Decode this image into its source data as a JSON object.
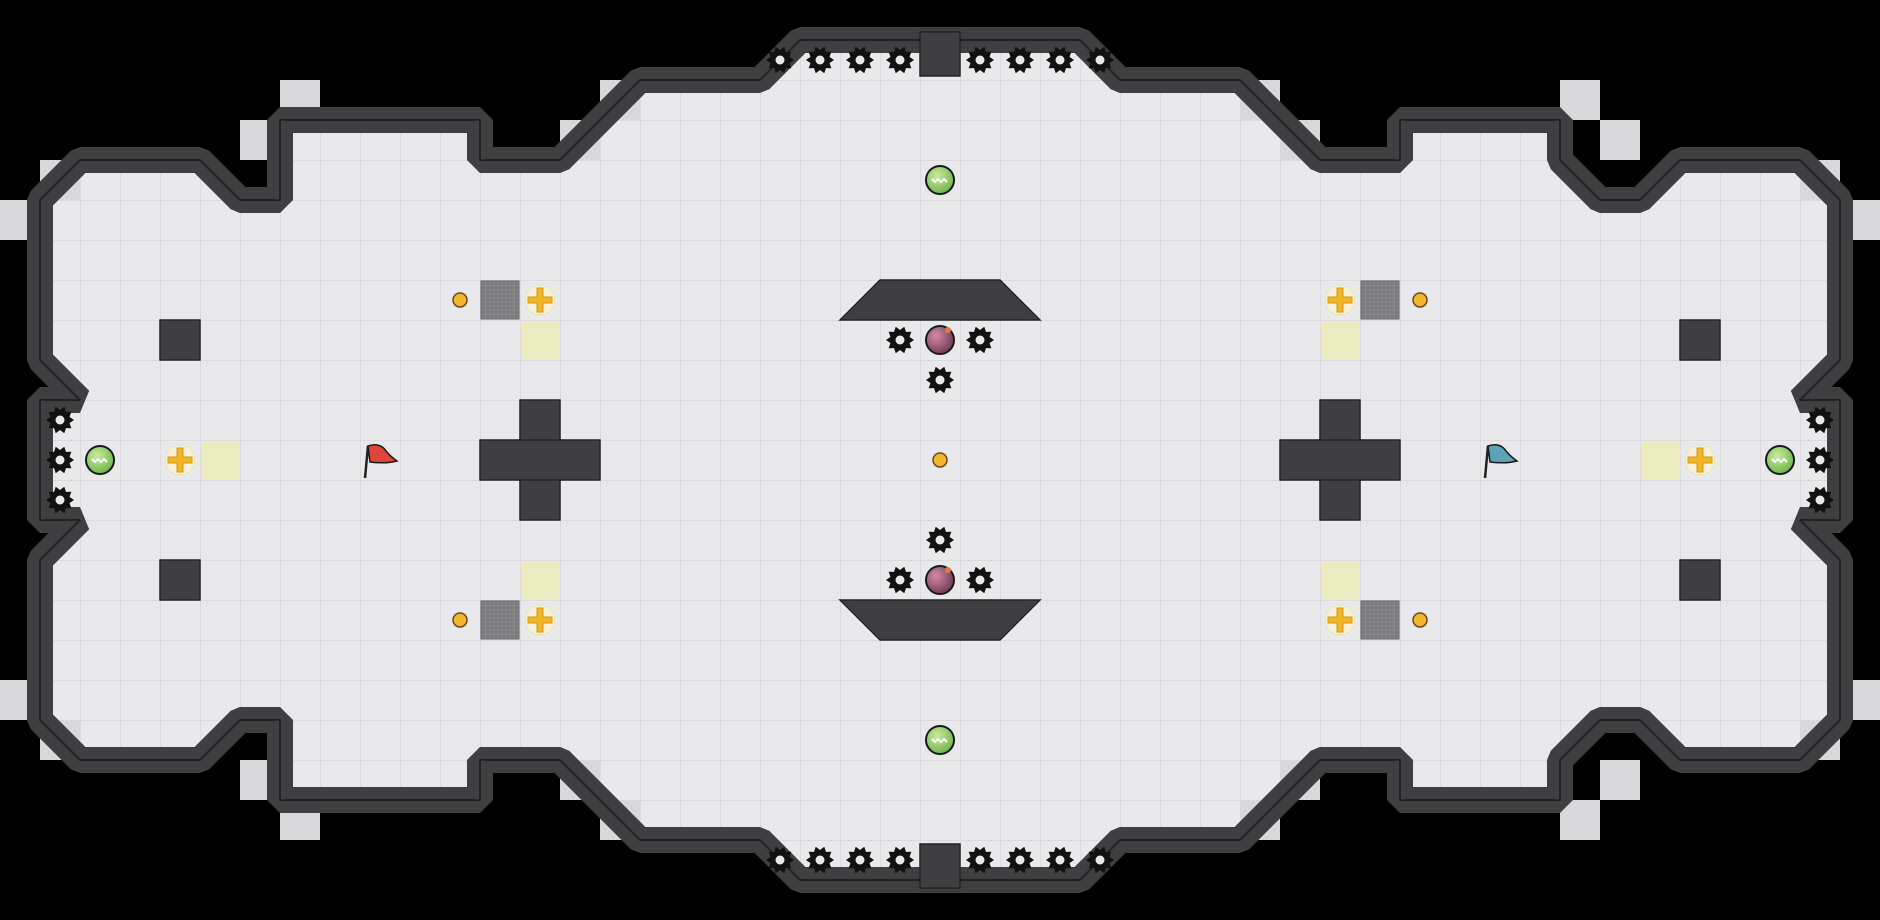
{
  "map": {
    "name": "",
    "cols": 47,
    "rows": 23,
    "tile_size": 40,
    "colors": {
      "background": "#000000",
      "floor": "#e9e9ec",
      "floor_grid": "#d4d4d8",
      "wall": "#3f3f42",
      "wall_edge": "#232326",
      "wall_light": "#d8d8da",
      "speed_pad": "#ecebc2",
      "gate": "#7d7d80"
    },
    "entities": {
      "flags": [
        {
          "team": "red",
          "color": "#e0443a",
          "col": 9,
          "row": 11
        },
        {
          "team": "blue",
          "color": "#5aa3b8",
          "col": 37,
          "row": 11
        }
      ],
      "boosts": [
        {
          "col": 4,
          "row": 11
        },
        {
          "col": 13,
          "row": 7
        },
        {
          "col": 13,
          "row": 15
        },
        {
          "col": 33,
          "row": 7
        },
        {
          "col": 33,
          "row": 15
        },
        {
          "col": 42,
          "row": 11
        }
      ],
      "powerups": [
        {
          "col": 2,
          "row": 11
        },
        {
          "col": 23,
          "row": 4
        },
        {
          "col": 23,
          "row": 18
        },
        {
          "col": 44,
          "row": 11
        }
      ],
      "bombs": [
        {
          "col": 23,
          "row": 8
        },
        {
          "col": 23,
          "row": 14
        }
      ],
      "buttons": [
        {
          "col": 11,
          "row": 7
        },
        {
          "col": 11,
          "row": 15
        },
        {
          "col": 23,
          "row": 11
        },
        {
          "col": 35,
          "row": 7
        },
        {
          "col": 35,
          "row": 15
        }
      ],
      "gates": [
        {
          "col": 12,
          "row": 7
        },
        {
          "col": 12,
          "row": 15
        },
        {
          "col": 34,
          "row": 7
        },
        {
          "col": 34,
          "row": 15
        }
      ],
      "speed_pads": [
        {
          "col": 5,
          "row": 11
        },
        {
          "col": 13,
          "row": 8
        },
        {
          "col": 13,
          "row": 14
        },
        {
          "col": 33,
          "row": 8
        },
        {
          "col": 33,
          "row": 14
        },
        {
          "col": 41,
          "row": 11
        }
      ],
      "spikes": [
        {
          "col": 19,
          "row": 1
        },
        {
          "col": 20,
          "row": 1
        },
        {
          "col": 21,
          "row": 1
        },
        {
          "col": 22,
          "row": 1
        },
        {
          "col": 24,
          "row": 1
        },
        {
          "col": 25,
          "row": 1
        },
        {
          "col": 26,
          "row": 1
        },
        {
          "col": 27,
          "row": 1
        },
        {
          "col": 19,
          "row": 21
        },
        {
          "col": 20,
          "row": 21
        },
        {
          "col": 21,
          "row": 21
        },
        {
          "col": 22,
          "row": 21
        },
        {
          "col": 24,
          "row": 21
        },
        {
          "col": 25,
          "row": 21
        },
        {
          "col": 26,
          "row": 21
        },
        {
          "col": 27,
          "row": 21
        },
        {
          "col": 22,
          "row": 8
        },
        {
          "col": 24,
          "row": 8
        },
        {
          "col": 23,
          "row": 9
        },
        {
          "col": 23,
          "row": 13
        },
        {
          "col": 22,
          "row": 14
        },
        {
          "col": 24,
          "row": 14
        },
        {
          "col": 1,
          "row": 10
        },
        {
          "col": 1,
          "row": 11
        },
        {
          "col": 1,
          "row": 12
        },
        {
          "col": 45,
          "row": 10
        },
        {
          "col": 45,
          "row": 11
        },
        {
          "col": 45,
          "row": 12
        }
      ]
    }
  }
}
